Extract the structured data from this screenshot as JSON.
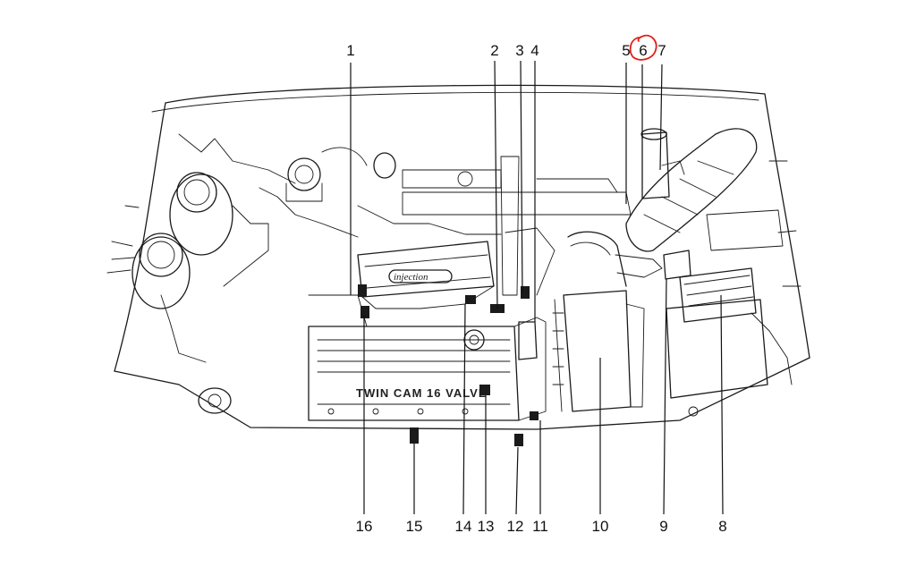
{
  "diagram": {
    "engine_badge": "injection",
    "valve_cover_text": "TWIN CAM 16 VALVE",
    "highlight_color": "#e0201b",
    "highlighted_callout": "6",
    "callouts_top": [
      {
        "id": "1",
        "label": "1"
      },
      {
        "id": "2",
        "label": "2"
      },
      {
        "id": "3",
        "label": "3"
      },
      {
        "id": "4",
        "label": "4"
      },
      {
        "id": "5",
        "label": "5"
      },
      {
        "id": "6",
        "label": "6"
      },
      {
        "id": "7",
        "label": "7"
      }
    ],
    "callouts_bottom": [
      {
        "id": "16",
        "label": "16"
      },
      {
        "id": "15",
        "label": "15"
      },
      {
        "id": "14",
        "label": "14"
      },
      {
        "id": "13",
        "label": "13"
      },
      {
        "id": "12",
        "label": "12"
      },
      {
        "id": "11",
        "label": "11"
      },
      {
        "id": "10",
        "label": "10"
      },
      {
        "id": "9",
        "label": "9"
      },
      {
        "id": "8",
        "label": "8"
      }
    ]
  }
}
